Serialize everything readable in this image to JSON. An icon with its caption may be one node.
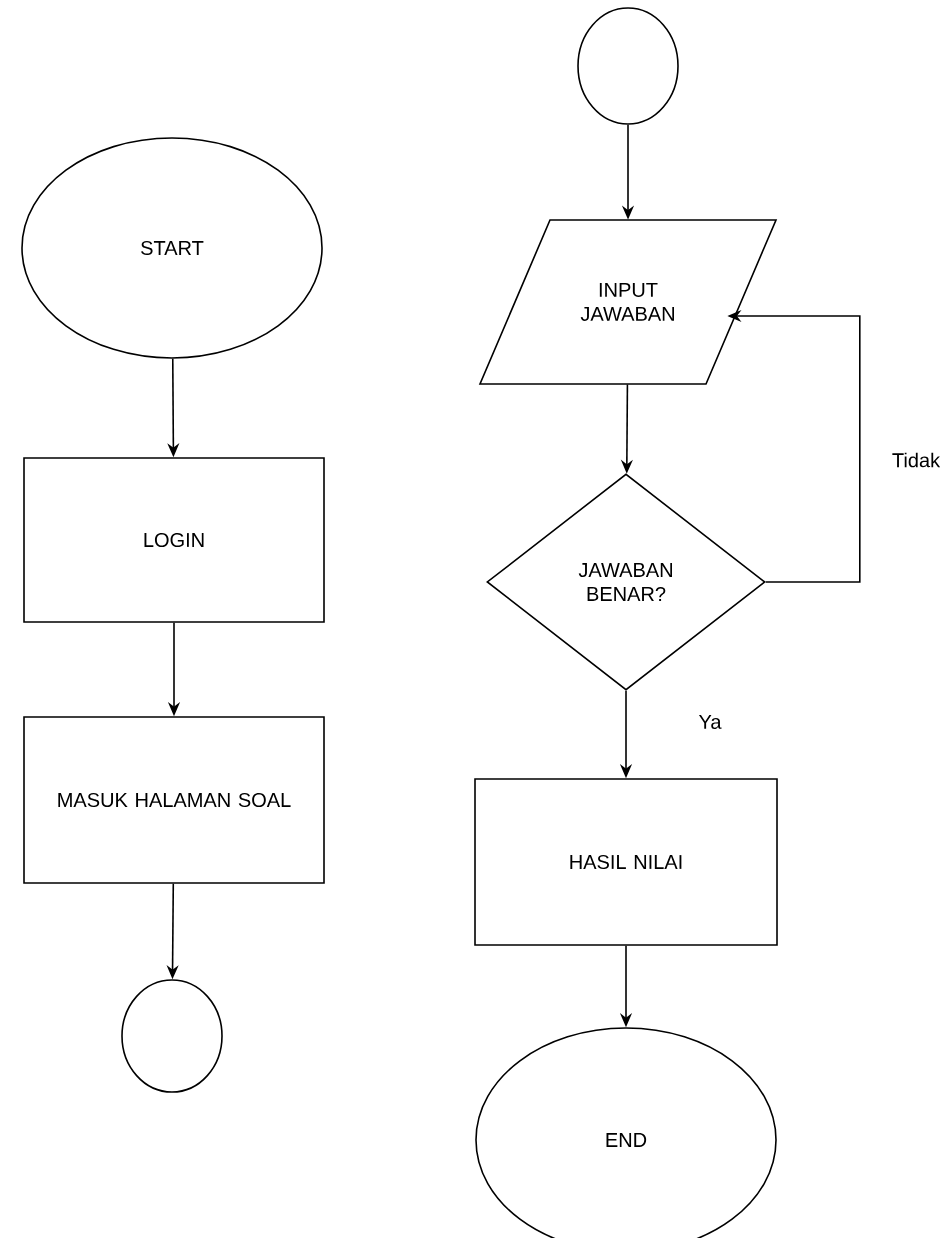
{
  "diagram": {
    "nodes": [
      {
        "text": [
          "START"
        ]
      },
      {
        "text": [
          "LOGIN"
        ]
      },
      {
        "text": [
          "MASUK HALAMAN SOAL"
        ]
      },
      {
        "text": [],
        "shape": "circle"
      },
      {
        "text": [],
        "shape": "circle"
      },
      {
        "text": [
          "INPUT JAWABAN"
        ]
      },
      {
        "text": [
          "JAWABAN BENAR?"
        ]
      },
      {
        "text": [
          "HASIL NILAI"
        ]
      },
      {
        "text": [
          "END"
        ]
      }
    ],
    "edges": [
      {
        "from": 0,
        "to": 1,
        "arrow": "to"
      },
      {
        "from": 1,
        "to": 2,
        "arrow": "to"
      },
      {
        "from": 2,
        "to": 3,
        "arrow": "to"
      },
      {
        "from": 4,
        "to": 5,
        "arrow": "to"
      },
      {
        "from": 5,
        "to": 6,
        "arrow": "to"
      },
      {
        "from": 6,
        "to": 7,
        "arrow": "to",
        "label": "Ya"
      },
      {
        "from": 6,
        "to": 5,
        "arrow": "to",
        "label": "Tidak"
      },
      {
        "from": 7,
        "to": 8,
        "arrow": "to"
      }
    ]
  }
}
